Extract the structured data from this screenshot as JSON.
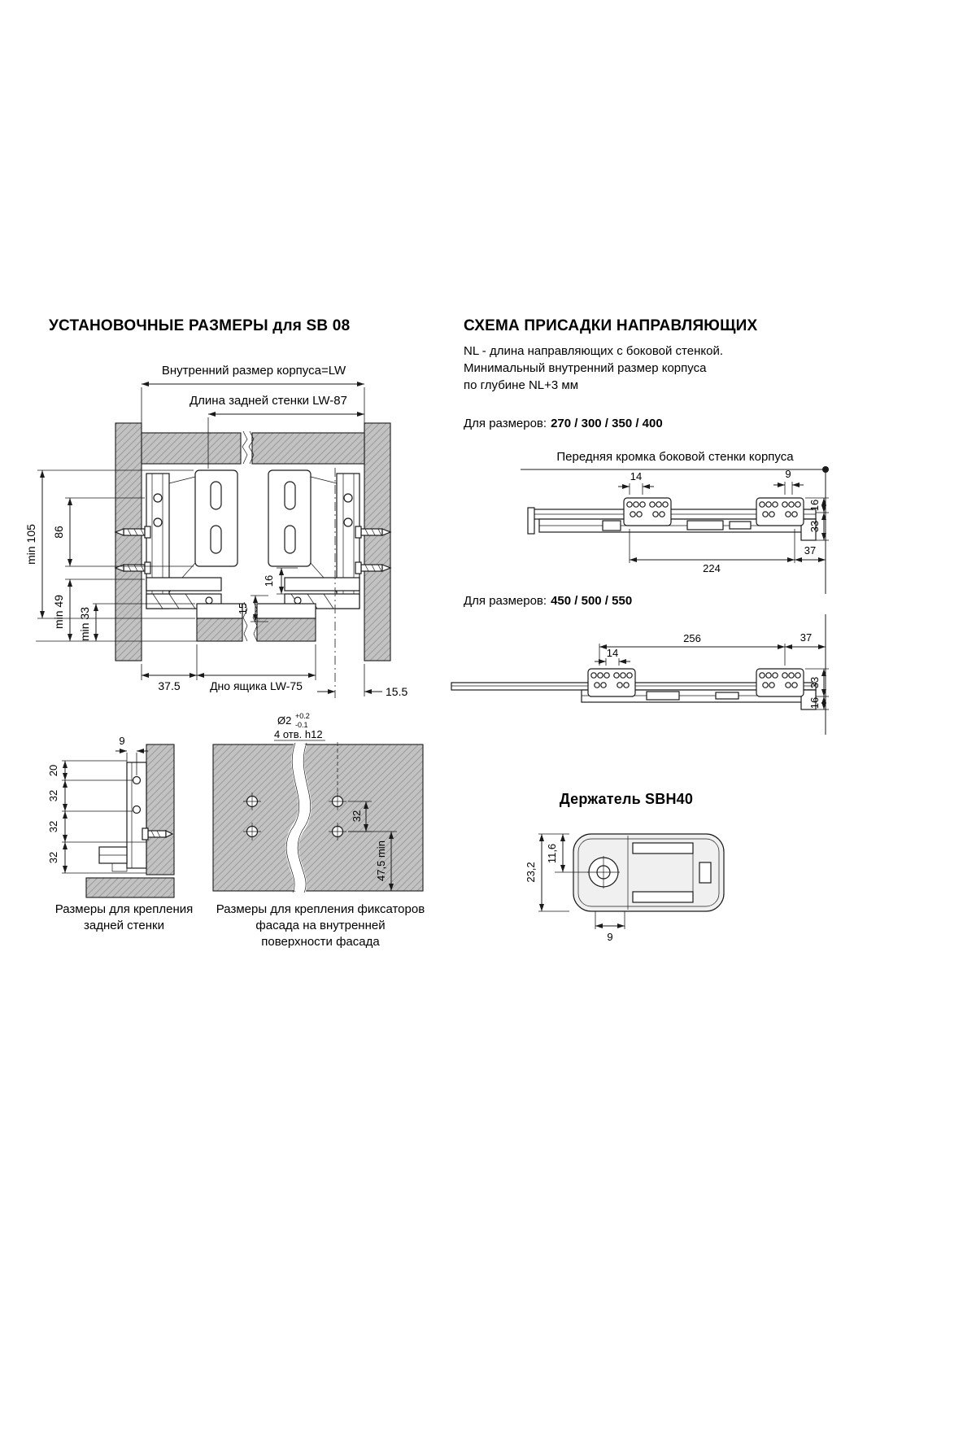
{
  "left": {
    "title": "УСТАНОВОЧНЫЕ РАЗМЕРЫ для SB 08",
    "main": {
      "dim_inner_width": "Внутренний размер корпуса=LW",
      "dim_back_wall": "Длина задней стенки  LW-87",
      "dim_min105": "min 105",
      "dim_86": "86",
      "dim_min49": "min 49",
      "dim_min33": "min 33",
      "dim_16": "16",
      "dim_15": "15",
      "dim_37_5": "37.5",
      "dim_bottom": "Дно ящика  LW-75",
      "dim_15_5": "15.5"
    },
    "rear": {
      "dim_9": "9",
      "dim_20": "20",
      "dim_32a": "32",
      "dim_32b": "32",
      "dim_32c": "32",
      "caption_line1": "Размеры  для крепления",
      "caption_line2": "задней стенки"
    },
    "facade": {
      "dia": "Ø2",
      "tol_plus": "+0.2",
      "tol_minus": "-0.1",
      "holes": "4 отв. h12",
      "dim_32": "32",
      "dim_47_5": "47,5 min",
      "caption_line1": "Размеры для крепления фиксаторов",
      "caption_line2": "фасада на внутренней",
      "caption_line3": "поверхности фасада"
    }
  },
  "right": {
    "title": "СХЕМА ПРИСАДКИ НАПРАВЛЯЮЩИХ",
    "desc_line1": "NL - длина направляющих с боковой стенкой.",
    "desc_line2": "Минимальный внутренний размер корпуса",
    "desc_line3": "по глубине NL+3 мм",
    "sizes1_label": "Для размеров:",
    "sizes1_value": "270 / 300 / 350 / 400",
    "front_edge_label": "Передняя кромка боковой стенки корпуса",
    "d1": {
      "dim_14": "14",
      "dim_9": "9",
      "dim_16": "16",
      "dim_33": "33",
      "dim_224": "224",
      "dim_37": "37"
    },
    "sizes2_label": "Для размеров:",
    "sizes2_value": "450 / 500 / 550",
    "d2": {
      "dim_256": "256",
      "dim_37": "37",
      "dim_14": "14",
      "dim_33": "33",
      "dim_16": "16"
    },
    "holder_title": "Держатель SBH40",
    "holder": {
      "dim_23_2": "23,2",
      "dim_11_6": "11,6",
      "dim_9": "9"
    }
  },
  "colors": {
    "panel_gray": "#c2c2c2",
    "hatch_line": "#9a9a9a",
    "line": "#1a1a1a"
  }
}
